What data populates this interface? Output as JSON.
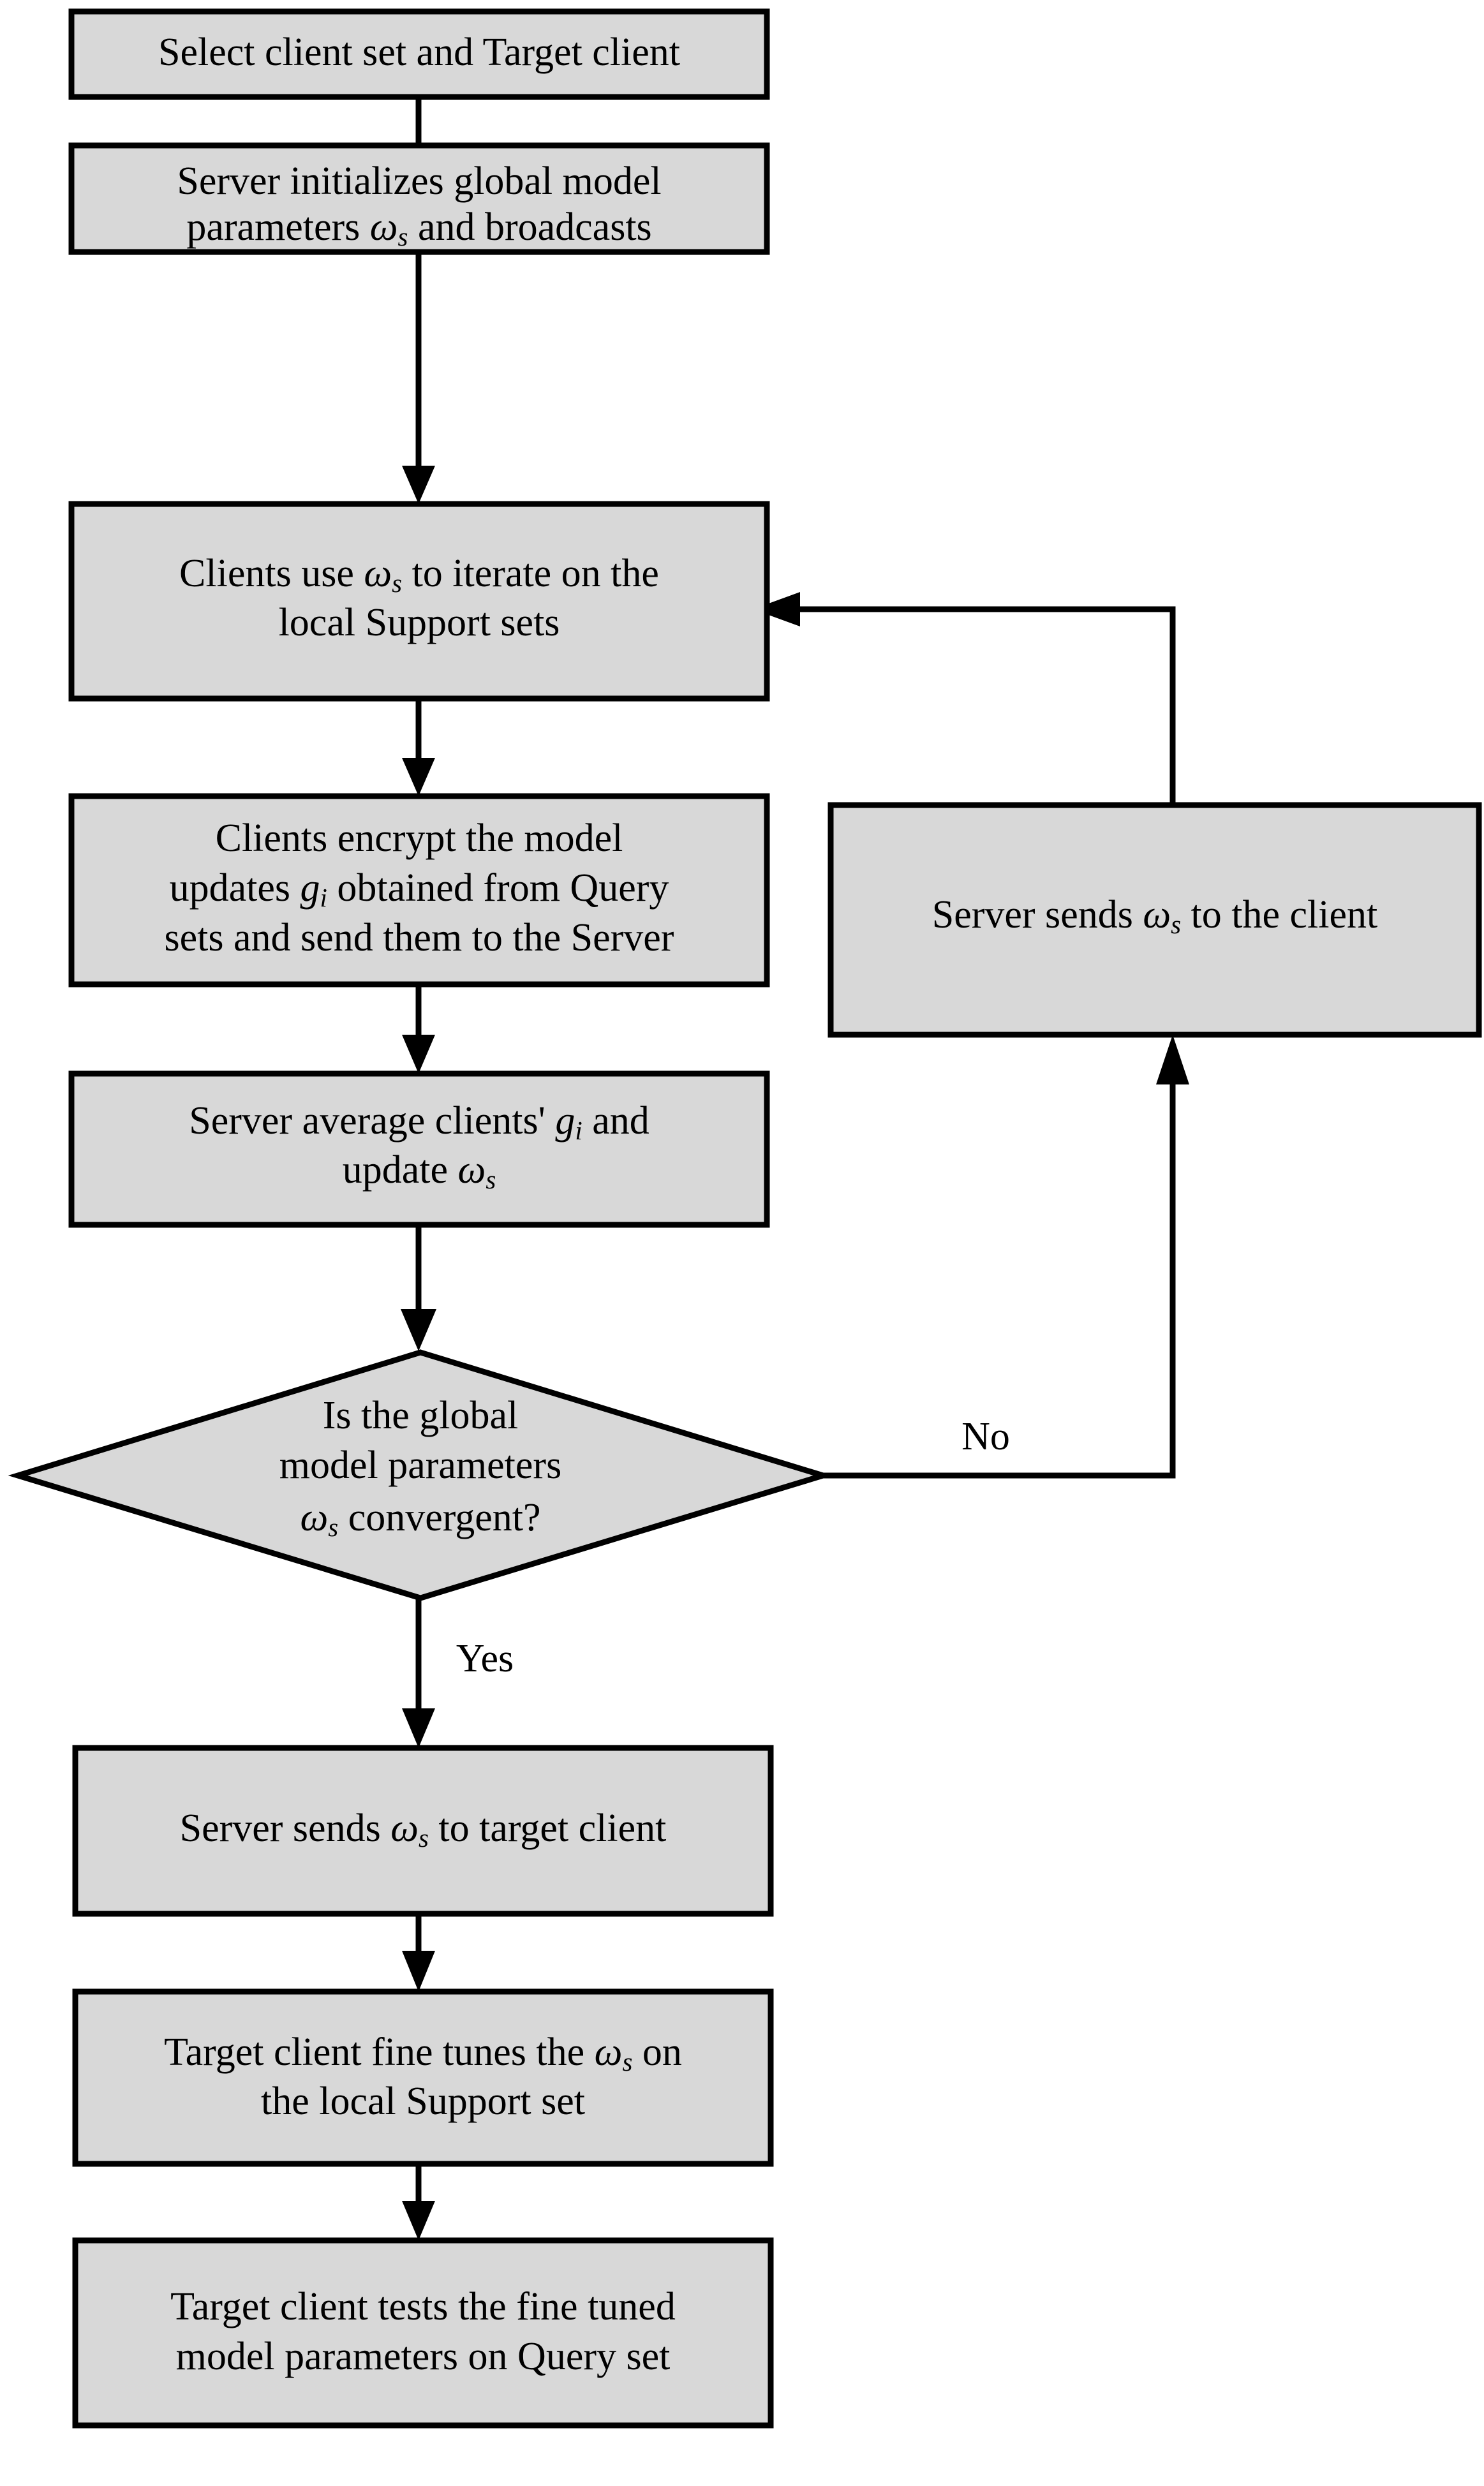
{
  "diagram": {
    "title": "Federated learning training and fine-tuning flowchart",
    "type": "flowchart",
    "background_color": "#ffffff",
    "node_fill_color": "#d8d8d8",
    "node_stroke_color": "#000000",
    "text_color": "#000000",
    "symbols": {
      "omega": "ω",
      "omega_subscript": "s",
      "gradient": "g",
      "gradient_subscript": "i"
    }
  },
  "nodes": [
    {
      "id": "select-clients",
      "shape": "process",
      "lines": [
        "Select client set and Target client"
      ],
      "plain_text": "Select client set and Target client"
    },
    {
      "id": "server-init",
      "shape": "process",
      "lines": [
        "Server initializes global model",
        "parameters ωs and broadcasts"
      ],
      "plain_text": "Server initializes global model parameters ωs and broadcasts"
    },
    {
      "id": "clients-iterate",
      "shape": "process",
      "lines": [
        "Clients use  ωs to iterate on the",
        "local Support sets"
      ],
      "plain_text": "Clients use ωs to iterate on the local Support sets"
    },
    {
      "id": "clients-encrypt",
      "shape": "process",
      "lines": [
        "Clients encrypt the model",
        "updates gi obtained from Query",
        "sets and send them to the Server"
      ],
      "plain_text": "Clients encrypt the model updates gi obtained from Query sets and send them to the Server"
    },
    {
      "id": "server-average",
      "shape": "process",
      "lines": [
        "Server average clients' gi and",
        "update ωs"
      ],
      "plain_text": "Server average clients' gi and update ωs"
    },
    {
      "id": "convergence-check",
      "shape": "decision",
      "lines": [
        "Is the global",
        "model parameters",
        "ωs convergent?"
      ],
      "plain_text": "Is the global model parameters ωs convergent?"
    },
    {
      "id": "server-sends-client",
      "shape": "process",
      "lines": [
        "Server sends ωs to the client"
      ],
      "plain_text": "Server sends ωs to the client"
    },
    {
      "id": "server-sends-target",
      "shape": "process",
      "lines": [
        "Server sends ωs to target client"
      ],
      "plain_text": "Server sends ωs to target client"
    },
    {
      "id": "target-finetune",
      "shape": "process",
      "lines": [
        "Target client fine tunes the ωs on",
        "the local Support set"
      ],
      "plain_text": "Target client fine tunes the ωs on the local Support set"
    },
    {
      "id": "target-test",
      "shape": "process",
      "lines": [
        "Target client tests the fine tuned",
        "model parameters on Query set"
      ],
      "plain_text": "Target client tests the fine tuned model parameters on Query set"
    }
  ],
  "edge_labels": {
    "no": "No",
    "yes": "Yes"
  },
  "text": {
    "n0_l0_a": "Select client set and Target client",
    "n1_l0": "Server initializes global model",
    "n1_l1_a": "parameters ",
    "n1_l1_omega": "ω",
    "n1_l1_sub": "s",
    "n1_l1_b": " and broadcasts",
    "n2_l0_a": "Clients use  ",
    "n2_l0_omega": "ω",
    "n2_l0_sub": "s",
    "n2_l0_b": " to iterate on the",
    "n2_l1": "local Support sets",
    "n3_l0": "Clients encrypt the model",
    "n3_l1_a": "updates ",
    "n3_l1_g": "g",
    "n3_l1_sub": "i",
    "n3_l1_b": " obtained from Query",
    "n3_l2": "sets and send them to the Server",
    "n4_l0_a": "Server average clients' ",
    "n4_l0_g": "g",
    "n4_l0_sub": "i",
    "n4_l0_b": " and",
    "n4_l1_a": "update  ",
    "n4_l1_omega": "ω",
    "n4_l1_sub": "s",
    "n5_l0": "Is the global",
    "n5_l1": "model parameters",
    "n5_l2_omega": "ω",
    "n5_l2_sub": "s",
    "n5_l2_b": " convergent?",
    "n6_l0_a": "Server sends ",
    "n6_l0_omega": "ω",
    "n6_l0_sub": "s",
    "n6_l0_b": " to the client",
    "n7_l0_a": "Server sends ",
    "n7_l0_omega": "ω",
    "n7_l0_sub": "s",
    "n7_l0_b": " to target client",
    "n8_l0_a": "Target client fine tunes the ",
    "n8_l0_omega": "ω",
    "n8_l0_sub": "s",
    "n8_l0_b": " on",
    "n8_l1": "the local Support set",
    "n9_l0": "Target client tests the fine tuned",
    "n9_l1": "model parameters on Query set",
    "label_no": "No",
    "label_yes": "Yes"
  }
}
